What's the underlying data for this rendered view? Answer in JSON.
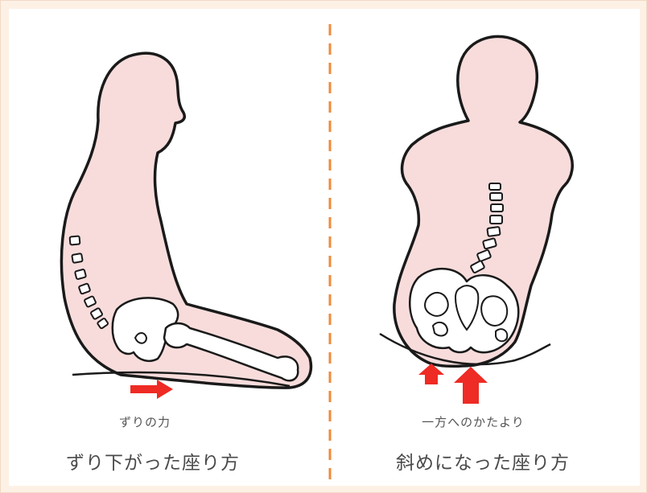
{
  "left_panel": {
    "force_label": "ずりの力",
    "title": "ずり下がった座り方"
  },
  "right_panel": {
    "force_label": "一方へのかたより",
    "title": "斜めになった座り方"
  },
  "colors": {
    "border": "#fdf1e6",
    "body_fill": "#f8dcdc",
    "outline": "#1a1a1a",
    "arrow": "#ee2b24",
    "divider": "#f08a3c",
    "bone_fill": "#ffffff"
  }
}
